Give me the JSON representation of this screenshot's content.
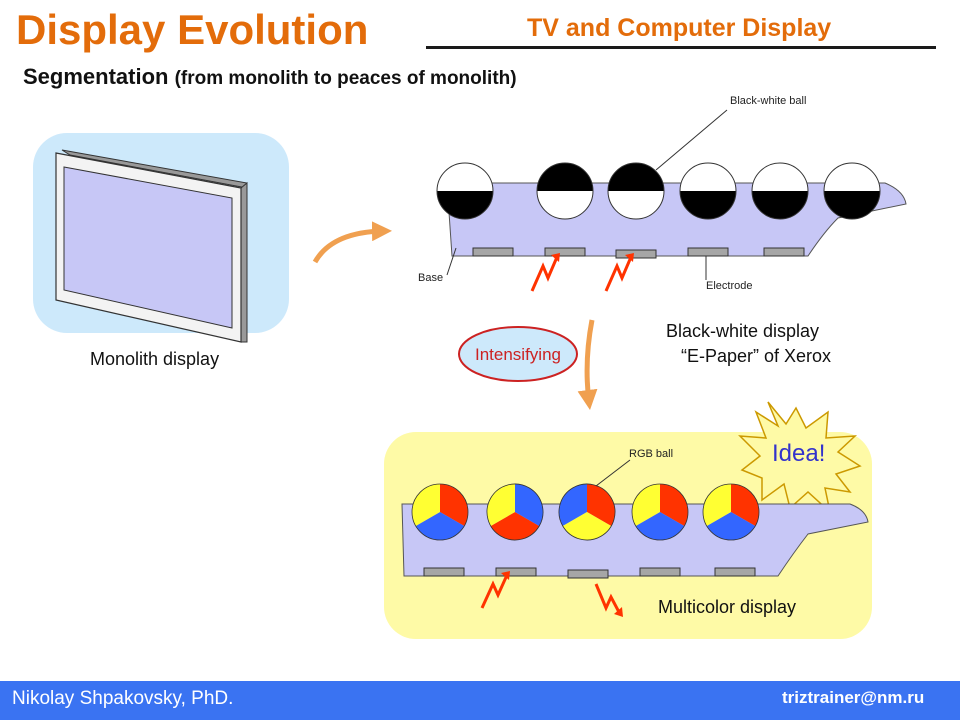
{
  "header": {
    "title": "Display Evolution",
    "subtitle": "TV and Computer Display",
    "heading": "Segmentation",
    "heading_paren": "(from monolith to peaces of monolith)"
  },
  "monolith": {
    "label": "Monolith display"
  },
  "bw": {
    "ball_label": "Black-white ball",
    "base_label": "Base",
    "electrode_label": "Electrode",
    "caption_line1": "Black-white display",
    "caption_line2": "“E-Paper” of Xerox"
  },
  "intensifying_label": "Intensifying",
  "rgb": {
    "ball_label": "RGB ball",
    "idea_label": "Idea!",
    "caption": "Multicolor display"
  },
  "footer": {
    "author": "Nikolay Shpakovsky, PhD.",
    "email": "triztrainer@nm.ru"
  },
  "colors": {
    "accent": "#e36c0a",
    "footer_bg": "#3a73f2",
    "panel_blue": "#cde9fb",
    "panel_yellow": "#fefaa6",
    "base_fill": "#c7c7f6",
    "ball_red": "#ff3300",
    "ball_blue": "#3366ff",
    "ball_yellow": "#ffff33",
    "arrow_orange": "#f0a050"
  }
}
